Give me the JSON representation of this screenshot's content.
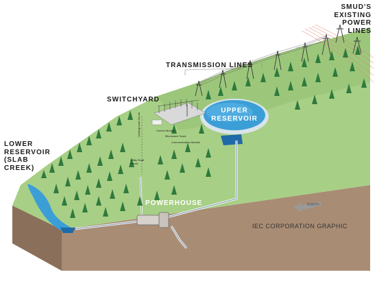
{
  "labels": {
    "lower_reservoir": [
      "LOWER",
      "RESERVOIR",
      "(SLAB",
      "CREEK)"
    ],
    "switchyard": "SWITCHYARD",
    "transmission_lines": "TRANSMISSION LINES",
    "smud_lines": [
      "SMUD'S",
      "EXISTING",
      "POWER",
      "LINES"
    ],
    "upper_reservoir": [
      "UPPER",
      "RESERVOIR"
    ],
    "powerhouse": "POWERHOUSE",
    "credit": "IEC CORPORATION GRAPHIC",
    "north": "NORTH"
  },
  "small_labels": {
    "control_module": "Control Module",
    "microwave_tower": "Microwave Tower",
    "communication_module": "Communication Module",
    "utility_shaft_house": [
      "Utility Shaft",
      "House"
    ],
    "underground_circuit": "Underground Circuit"
  },
  "colors": {
    "hillside": "#a8cf86",
    "hillside_dark": "#8fbc72",
    "earth": "#a88c74",
    "earth_dark": "#8a6f5a",
    "water": "#3b9ed6",
    "water_dark": "#1f6aa8",
    "tree": "#2f7a3d",
    "power_line": "#e07a6a"
  }
}
